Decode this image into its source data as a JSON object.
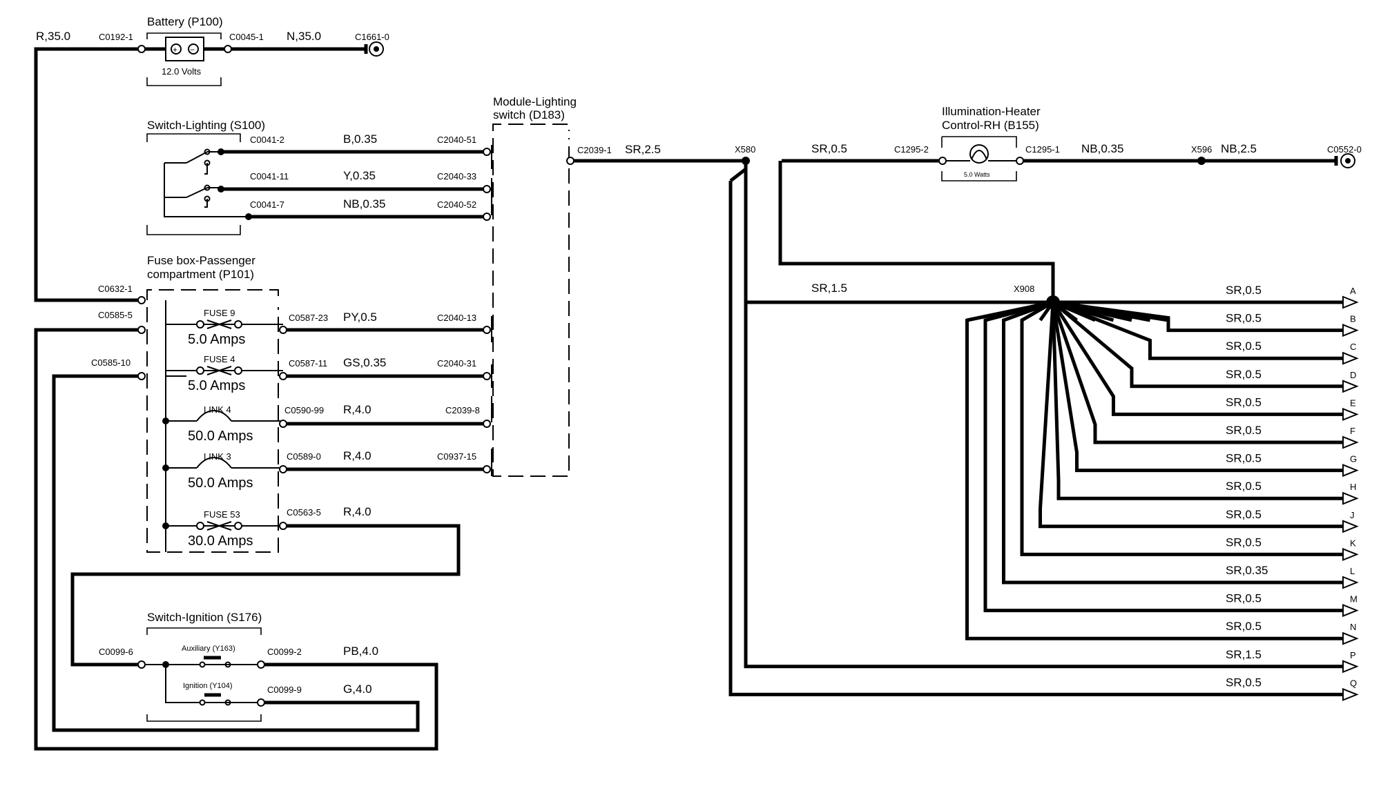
{
  "colors": {
    "ink": "#000000",
    "background": "#ffffff"
  },
  "components": {
    "battery": {
      "title": "Battery (P100)",
      "rating": "12.0 Volts"
    },
    "switch_lighting": {
      "title": "Switch-Lighting (S100)"
    },
    "fuse_box": {
      "title_line1": "Fuse box-Passenger",
      "title_line2": "compartment (P101)"
    },
    "module_lighting": {
      "title_line1": "Module-Lighting",
      "title_line2": "switch (D183)"
    },
    "illumination": {
      "title_line1": "Illumination-Heater",
      "title_line2": "Control-RH (B155)",
      "rating": "5.0 Watts"
    },
    "switch_ignition": {
      "title": "Switch-Ignition (S176)",
      "auxiliary": "Auxiliary (Y163)",
      "ignition": "Ignition (Y104)"
    }
  },
  "fuses": [
    {
      "name": "FUSE 9",
      "rating": "5.0 Amps"
    },
    {
      "name": "FUSE 4",
      "rating": "5.0 Amps"
    },
    {
      "name": "LINK 4",
      "rating": "50.0 Amps"
    },
    {
      "name": "LINK 3",
      "rating": "50.0 Amps"
    },
    {
      "name": "FUSE 53",
      "rating": "30.0 Amps"
    }
  ],
  "connectors": {
    "c0192": "C0192-1",
    "c0045": "C0045-1",
    "c1661": "C1661-0",
    "c0041_2": "C0041-2",
    "c0041_11": "C0041-11",
    "c0041_7": "C0041-7",
    "c2040_51": "C2040-51",
    "c2040_33": "C2040-33",
    "c2040_52": "C2040-52",
    "c2039_1": "C2039-1",
    "x580": "X580",
    "c1295_2": "C1295-2",
    "c1295_1": "C1295-1",
    "x596": "X596",
    "c0552": "C0552-0",
    "x908": "X908",
    "c0632": "C0632-1",
    "c0585_5": "C0585-5",
    "c0585_10": "C0585-10",
    "c0587_23": "C0587-23",
    "c0587_11": "C0587-11",
    "c0590_99": "C0590-99",
    "c0589_0": "C0589-0",
    "c0563_5": "C0563-5",
    "c2040_13": "C2040-13",
    "c2040_31": "C2040-31",
    "c2039_8": "C2039-8",
    "c0937_15": "C0937-15",
    "c0099_6": "C0099-6",
    "c0099_2": "C0099-2",
    "c0099_9": "C0099-9"
  },
  "wires": {
    "r35": "R,35.0",
    "n35": "N,35.0",
    "b035": "B,0.35",
    "y035": "Y,0.35",
    "nb035a": "NB,0.35",
    "sr25": "SR,2.5",
    "sr05": "SR,0.5",
    "nb035b": "NB,0.35",
    "nb25": "NB,2.5",
    "sr15": "SR,1.5",
    "py05": "PY,0.5",
    "gs035": "GS,0.35",
    "r40a": "R,4.0",
    "r40b": "R,4.0",
    "r40c": "R,4.0",
    "pb40": "PB,4.0",
    "g40": "G,4.0"
  },
  "outputs": [
    {
      "wire": "SR,0.5",
      "id": "A"
    },
    {
      "wire": "SR,0.5",
      "id": "B"
    },
    {
      "wire": "SR,0.5",
      "id": "C"
    },
    {
      "wire": "SR,0.5",
      "id": "D"
    },
    {
      "wire": "SR,0.5",
      "id": "E"
    },
    {
      "wire": "SR,0.5",
      "id": "F"
    },
    {
      "wire": "SR,0.5",
      "id": "G"
    },
    {
      "wire": "SR,0.5",
      "id": "H"
    },
    {
      "wire": "SR,0.5",
      "id": "J"
    },
    {
      "wire": "SR,0.5",
      "id": "K"
    },
    {
      "wire": "SR,0.35",
      "id": "L"
    },
    {
      "wire": "SR,0.5",
      "id": "M"
    },
    {
      "wire": "SR,0.5",
      "id": "N"
    },
    {
      "wire": "SR,1.5",
      "id": "P"
    },
    {
      "wire": "SR,0.5",
      "id": "Q"
    }
  ]
}
